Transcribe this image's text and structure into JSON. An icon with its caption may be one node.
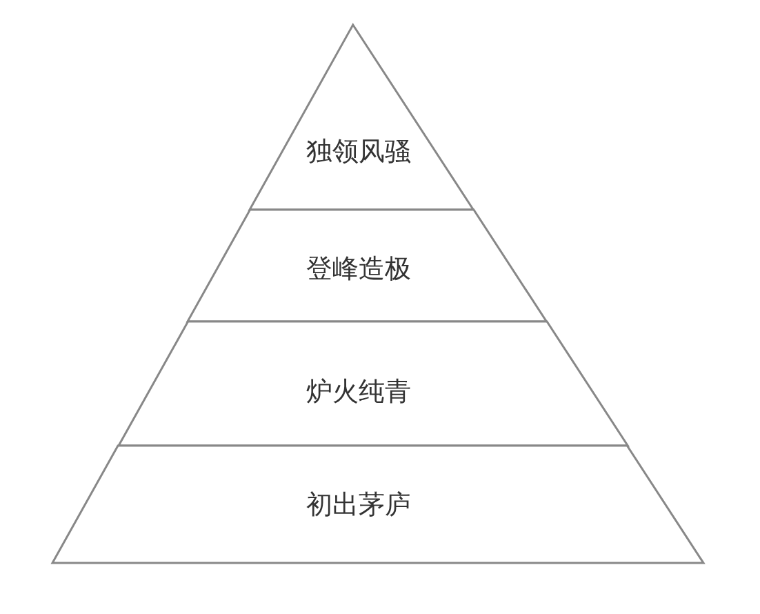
{
  "diagram": {
    "nodes": [
      {
        "text": [
          "独领风骚"
        ]
      },
      {
        "text": [
          "登峰造极"
        ]
      },
      {
        "text": [
          "炉火纯青"
        ]
      },
      {
        "text": [
          "初出茅庐"
        ]
      }
    ]
  }
}
